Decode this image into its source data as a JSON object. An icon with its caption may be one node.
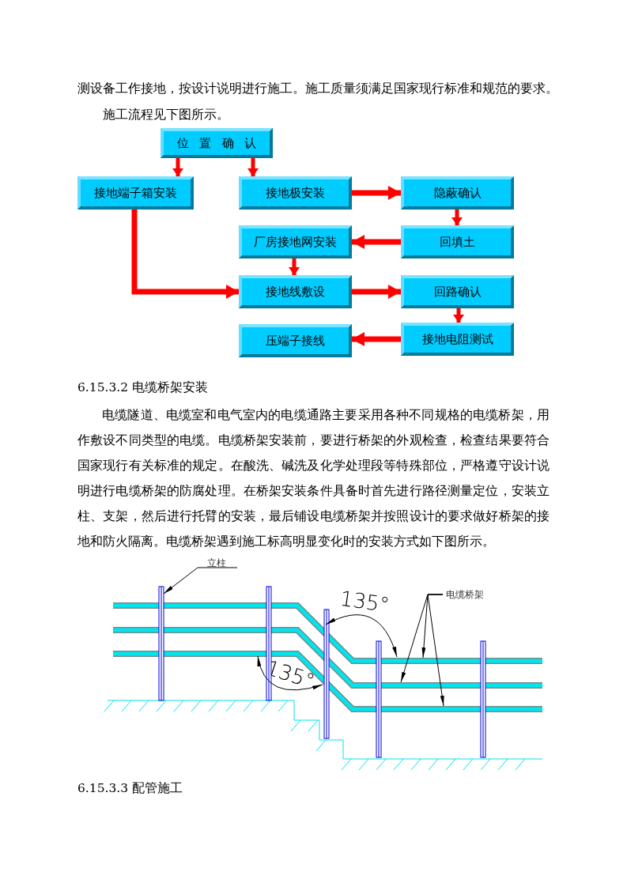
{
  "diagram": {
    "nodes": [
      {
        "text": [
          "位置确认"
        ]
      },
      {
        "text": [
          "接地端子箱安装"
        ]
      },
      {
        "text": [
          "接地极安装"
        ]
      },
      {
        "text": [
          "隐蔽确认"
        ]
      },
      {
        "text": [
          "厂房接地网安装"
        ]
      },
      {
        "text": [
          "回填土"
        ]
      },
      {
        "text": [
          "接地线敷设"
        ]
      },
      {
        "text": [
          "回路确认"
        ]
      },
      {
        "text": [
          "压端子接线"
        ]
      },
      {
        "text": [
          "接地电阻测试"
        ]
      },
      {
        "text": [
          "立柱"
        ]
      },
      {
        "text": [],
        "shape": "bar"
      },
      {
        "text": [
          "电缆桥架"
        ]
      },
      {
        "text": [],
        "shape": "bar"
      },
      {
        "text": [],
        "shape": "bar"
      },
      {
        "text": [],
        "shape": "bar"
      }
    ],
    "edges": [
      {
        "from": 0,
        "to": 1,
        "arrow": "to"
      },
      {
        "from": 0,
        "to": 2,
        "arrow": "to"
      },
      {
        "from": 2,
        "to": 3,
        "arrow": "to"
      },
      {
        "from": 3,
        "to": 5,
        "arrow": "to"
      },
      {
        "from": 5,
        "to": 4,
        "arrow": "to"
      },
      {
        "from": 4,
        "to": 6,
        "arrow": "to"
      },
      {
        "from": 1,
        "to": 6,
        "arrow": "to"
      },
      {
        "from": 6,
        "to": 7,
        "arrow": "to"
      },
      {
        "from": 7,
        "to": 9,
        "arrow": "to"
      },
      {
        "from": 9,
        "to": 8,
        "arrow": "to"
      },
      {
        "from": 10,
        "to": 11,
        "arrow": "to",
        "color": "#000000"
      },
      {
        "from": 12,
        "to": 13,
        "arrow": "to",
        "color": "#000000"
      },
      {
        "from": 12,
        "to": 14,
        "arrow": "to",
        "color": "#000000"
      },
      {
        "from": 12,
        "to": 15,
        "arrow": "to",
        "color": "#000000"
      }
    ],
    "labels": [
      "测设备工作接地，按设计说明进行施工。施工质量须满足国家现行标准和规范的要求。",
      "施工流程见下图所示。",
      "6.15.3.2 电缆桥架安装",
      "电缆隧道、电缆室和电气室内的电缆通路主要采用各种不同规格的电缆桥架，用作敷设不同类型的电缆。电缆桥架安装前，要进行桥架的外观检查，检查结果要符合国家现行有关标准的规定。在酸洗、碱洗及化学处理段等特殊部位，严格遵守设计说明进行电缆桥架的防腐处理。在桥架安装条件具备时首先进行路径测量定位，安装立柱、支架，然后进行托臂的安装，最后铺设电缆桥架并按照设计的要求做好桥架的接地和防火隔离。电缆桥架遇到施工标高明显变化时的安装方式如下图所示。",
      "135°",
      "135°",
      "6.15.3.3 配管施工"
    ]
  }
}
